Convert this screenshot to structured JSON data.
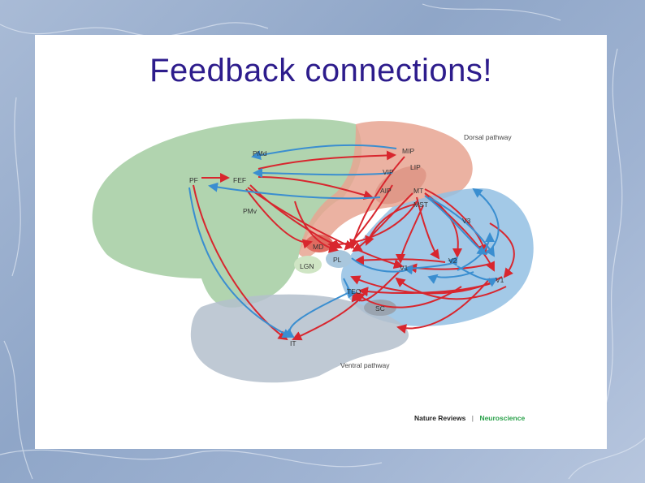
{
  "slide": {
    "title": "Feedback connections!"
  },
  "diagram": {
    "pathways": {
      "dorsal": "Dorsal pathway",
      "ventral": "Ventral pathway"
    },
    "areas": {
      "PMd": "PMd",
      "PF": "PF",
      "FEF": "FEF",
      "PMv": "PMv",
      "MIP": "MIP",
      "LIP": "LIP",
      "VIP": "VIP",
      "AIP": "AIP",
      "MT": "MT",
      "MST": "MST",
      "V3": "V3",
      "V2": "V2",
      "V1_near": "V1",
      "V1": "V1",
      "MD": "MD",
      "PL": "PL",
      "LGN": "LGN",
      "TEO": "TEO",
      "SC": "SC",
      "IT": "IT"
    },
    "colors": {
      "feedforward": "#3a8ed0",
      "feedback": "#d8262e",
      "frontal": "#9cc79a",
      "parietal": "#e8a592",
      "occipital": "#93bfe3",
      "temporal": "#b4c0cc"
    },
    "credit": {
      "journal": "Nature Reviews",
      "separator": "|",
      "section": "Neuroscience"
    }
  }
}
